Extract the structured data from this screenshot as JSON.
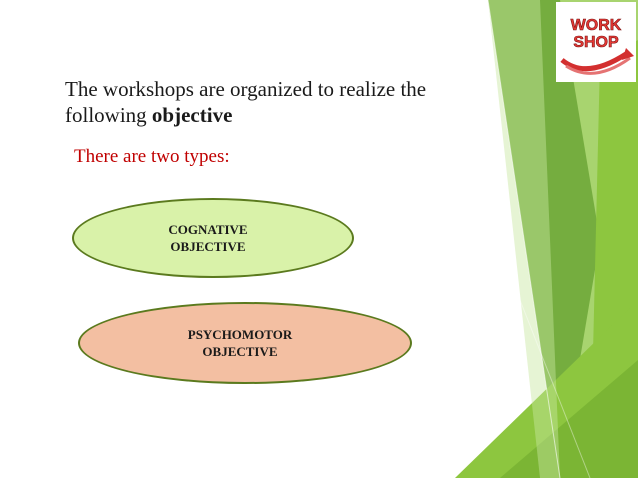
{
  "heading": {
    "text_plain": "The workshops are organized to  realize the following ",
    "text_bold": "objective"
  },
  "subheading": "There are two types:",
  "shapes": [
    {
      "line1": "COGNATIVE",
      "line2": "OBJECTIVE",
      "fill": "#d9f2a9"
    },
    {
      "line1": "PSYCHOMOTOR",
      "line2": "OBJECTIVE",
      "fill": "#f3bfa2"
    }
  ],
  "logo": {
    "line1": "WORK",
    "line2": "SHOP",
    "icon": "workshop-logo-icon"
  },
  "colors": {
    "accent_green": "#8dc63f",
    "dark_green": "#5b8a2e",
    "subheading_red": "#c00000"
  }
}
